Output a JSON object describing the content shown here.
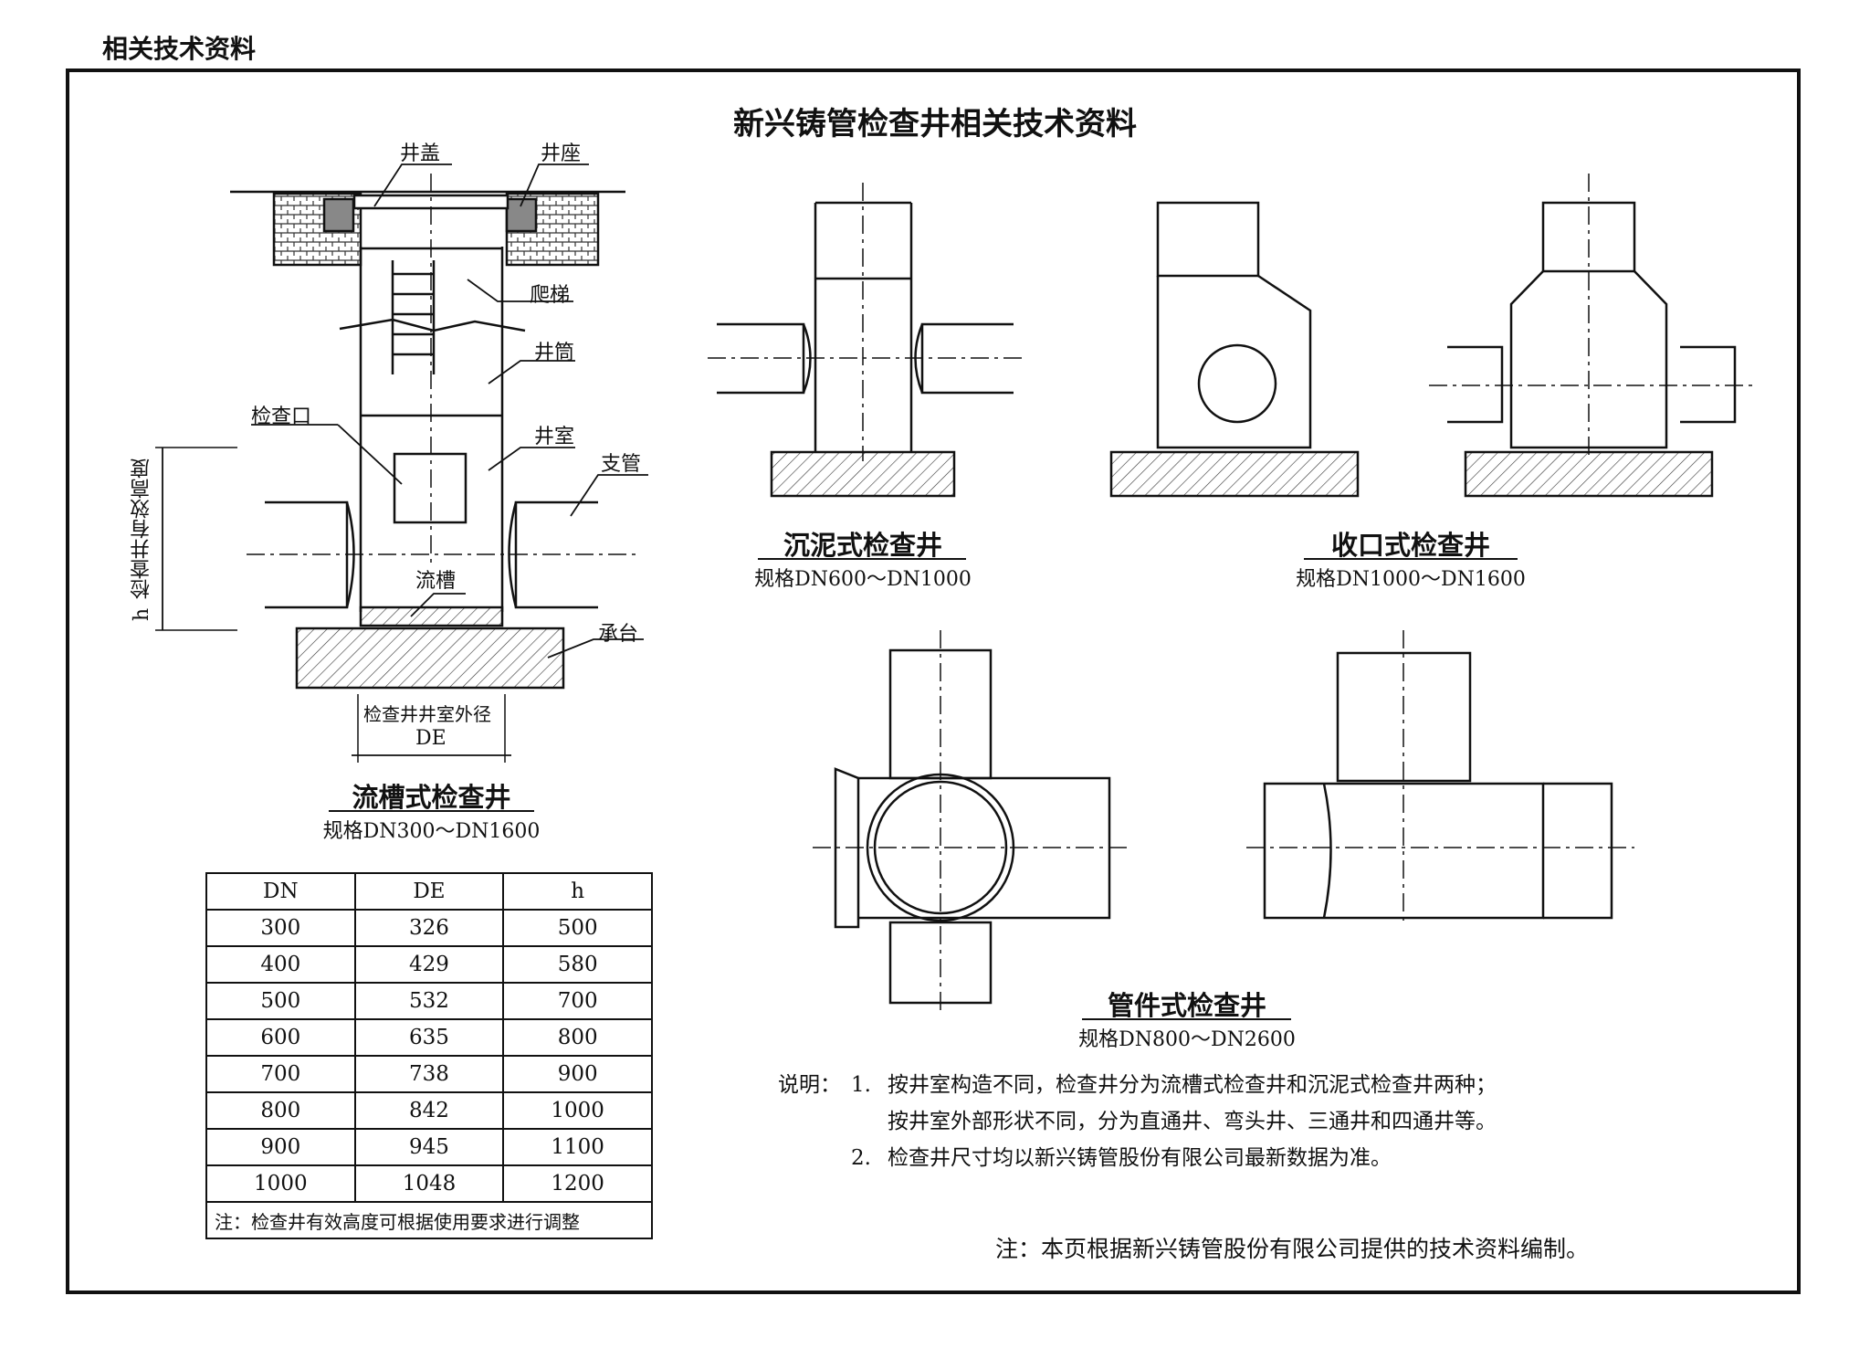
{
  "section_label": "相关技术资料",
  "title": "新兴铸管检查井相关技术资料",
  "left_diagram": {
    "labels": {
      "cover": "井盖",
      "seat": "井座",
      "ladder": "爬梯",
      "shaft": "井筒",
      "inspection_port": "检查口",
      "chamber": "井室",
      "branch_pipe": "支管",
      "channel": "流槽",
      "base": "承台",
      "height_symbol": "h",
      "height_desc": "检查井有效高度",
      "outer_dia_desc": "检查井井室外径",
      "outer_dia_symbol": "DE"
    },
    "caption": "流槽式检查井",
    "spec": "规格DN300～DN1600"
  },
  "diagrams": [
    {
      "caption": "沉泥式检查井",
      "spec": "规格DN600～DN1000"
    },
    {
      "caption": "收口式检查井",
      "spec": "规格DN1000～DN1600"
    },
    {
      "caption": "管件式检查井",
      "spec": "规格DN800～DN2600"
    }
  ],
  "table": {
    "headers": [
      "DN",
      "DE",
      "h"
    ],
    "rows": [
      [
        "300",
        "326",
        "500"
      ],
      [
        "400",
        "429",
        "580"
      ],
      [
        "500",
        "532",
        "700"
      ],
      [
        "600",
        "635",
        "800"
      ],
      [
        "700",
        "738",
        "900"
      ],
      [
        "800",
        "842",
        "1000"
      ],
      [
        "900",
        "945",
        "1100"
      ],
      [
        "1000",
        "1048",
        "1200"
      ]
    ],
    "note": "注：检查井有效高度可根据使用要求进行调整"
  },
  "notes": {
    "prefix": "说明：",
    "items": [
      {
        "num": "1.",
        "lines": [
          "按井室构造不同，检查井分为流槽式检查井和沉泥式检查井两种；",
          "按井室外部形状不同，分为直通井、弯头井、三通井和四通井等。"
        ]
      },
      {
        "num": "2.",
        "lines": [
          "检查井尺寸均以新兴铸管股份有限公司最新数据为准。"
        ]
      }
    ]
  },
  "footnote": "注：本页根据新兴铸管股份有限公司提供的技术资料编制。"
}
